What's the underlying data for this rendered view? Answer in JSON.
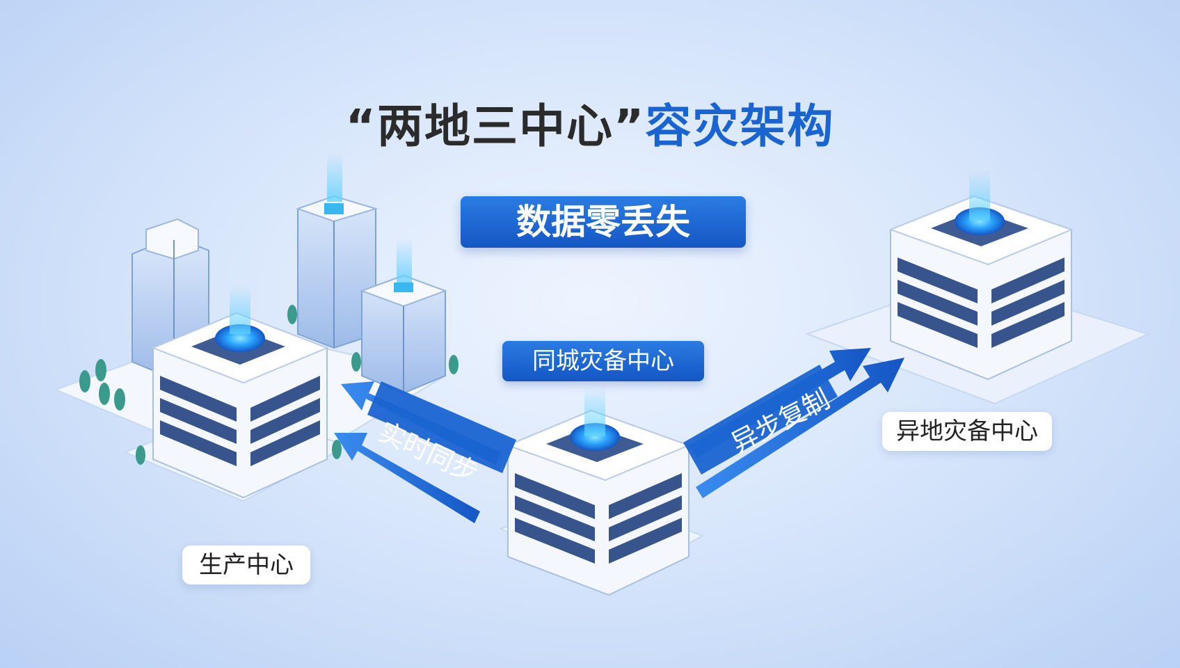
{
  "title": {
    "part1": "“两地三中心”",
    "part2": "容灾架构"
  },
  "banner": "数据零丢失",
  "nodes": {
    "production": "生产中心",
    "same_city": "同城灾备中心",
    "remote": "异地灾备中心"
  },
  "links": {
    "sync": "实时同步",
    "async": "异步复制"
  },
  "colors": {
    "accent": "#1a64d2",
    "title": "#2b2b2b",
    "background": "#d9e7fb"
  }
}
